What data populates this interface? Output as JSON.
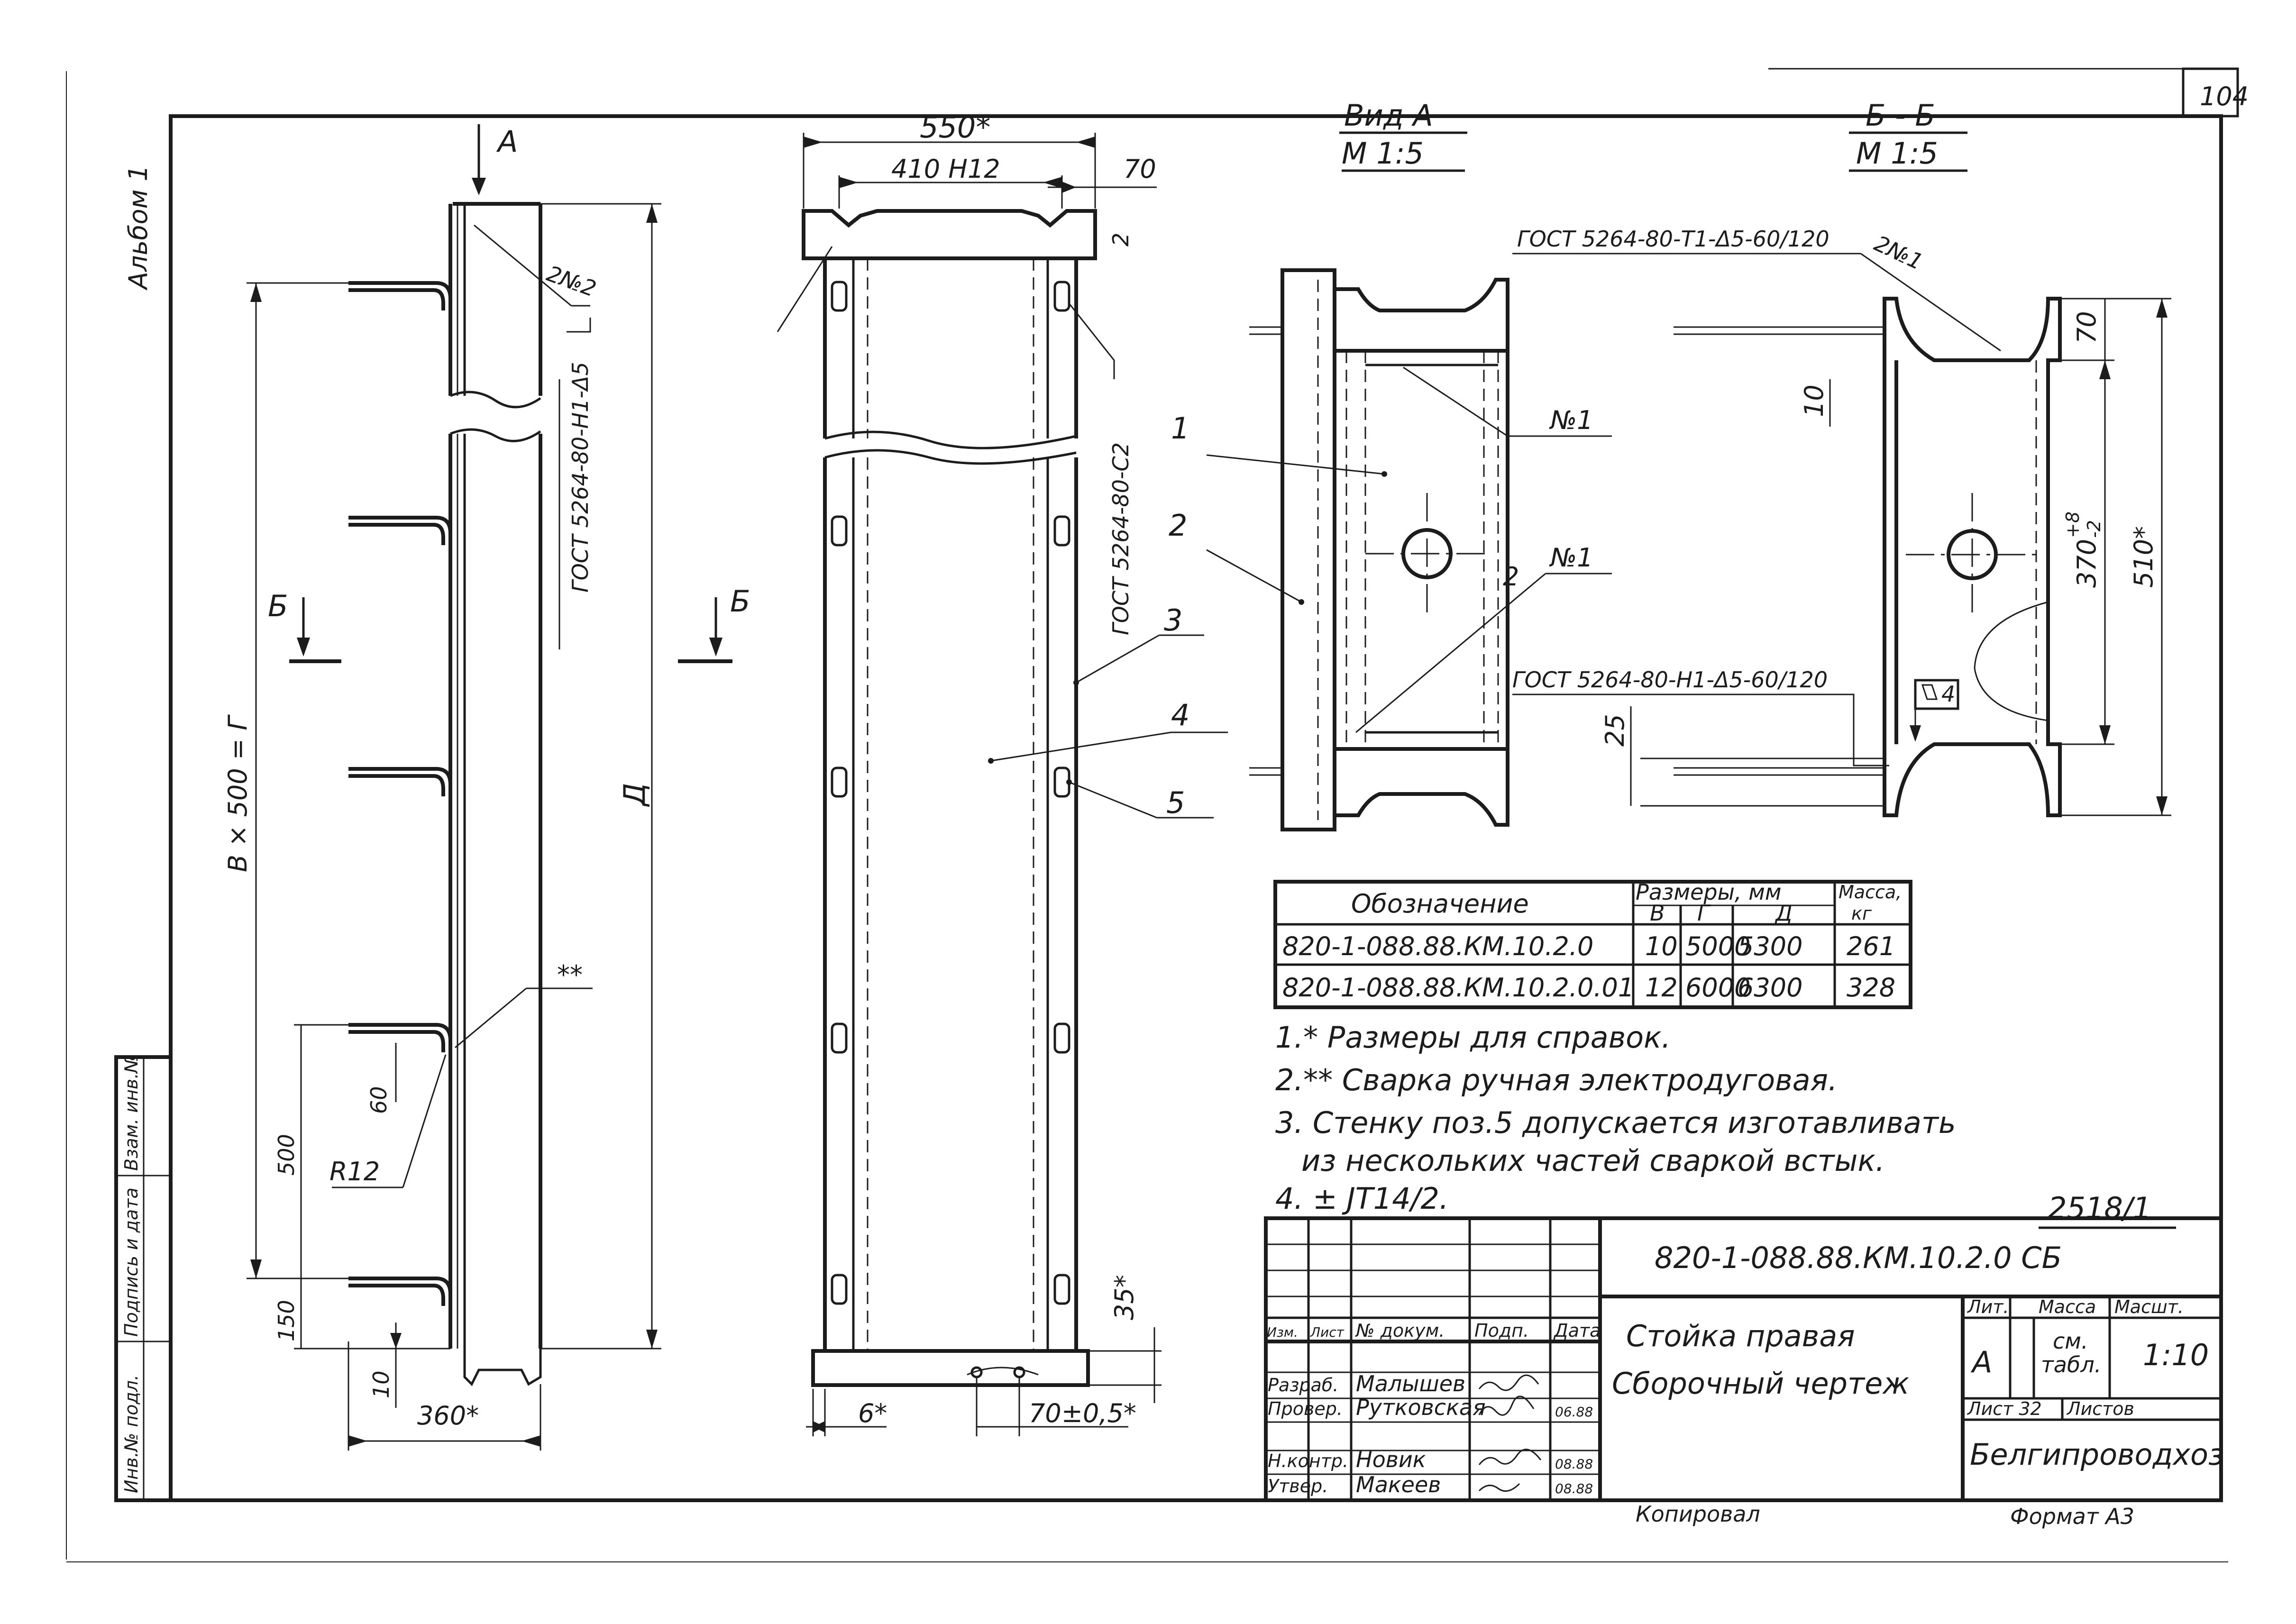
{
  "sheet": {
    "page_number": "104",
    "album_label": "Альбом 1",
    "side_stamp": {
      "inv_no": "Инв.№ подл.",
      "sign_date": "Подпись и дата",
      "replace_inv": "Взам. инв.№"
    }
  },
  "left_view": {
    "view_arrow_label": "А",
    "section_left": "Б",
    "section_right": "Б",
    "leader_2n2": "2№2",
    "weld_spec_vertical": "ГОСТ 5264-80-Н1-Δ5",
    "dim_overall_height": "Д",
    "dim_spacing": "В × 500 = Г",
    "dim_500": "500",
    "dim_150": "150",
    "dim_60": "60",
    "dim_10": "10",
    "dim_360": "360*",
    "radius": "R12",
    "weld_star": "**"
  },
  "middle_view": {
    "dim_550": "550*",
    "dim_410": "410 Н12",
    "dim_70": "70",
    "weld_spec_vertical": "ГОСТ 5264-80-С2",
    "weld_spec_tail": "2",
    "pos_1": "1",
    "pos_2": "2",
    "pos_3": "3",
    "pos_4": "4",
    "pos_5": "5",
    "dim_6": "6*",
    "dim_70_tol": "70±0,5*",
    "dim_35": "35*"
  },
  "view_a": {
    "title": "Вид А",
    "scale": "М 1:5",
    "label_n1_top": "№1",
    "label_n1_mid": "№1",
    "label_2": "2"
  },
  "section_bb": {
    "title": "Б - Б",
    "scale": "М 1:5",
    "weld_top": "ГОСТ 5264-80-Т1-Δ5-60/120",
    "weld_top_tail": "2№1",
    "weld_bottom": "ГОСТ 5264-80-Н1-Δ5-60/120",
    "dim_70": "70",
    "dim_10": "10",
    "dim_370": "370",
    "dim_370_tol_plus": "+8",
    "dim_370_tol_minus": "-2",
    "dim_510": "510*",
    "dim_25": "25",
    "flatness_tol": "4"
  },
  "table": {
    "headers": {
      "designation": "Обозначение",
      "sizes": "Размеры, мм",
      "b": "В",
      "g": "Г",
      "d": "Д",
      "mass": "Масса,",
      "mass_unit": "кг"
    },
    "rows": [
      {
        "designation": "820-1-088.88.КМ.10.2.0",
        "b": "10",
        "g": "5000",
        "d": "5300",
        "mass": "261"
      },
      {
        "designation": "820-1-088.88.КМ.10.2.0.01",
        "b": "12",
        "g": "6000",
        "d": "6300",
        "mass": "328"
      }
    ]
  },
  "notes": [
    "1.* Размеры для справок.",
    "2.** Сварка ручная электродуговая.",
    "3. Стенку поз.5 допускается изготавливать",
    "из нескольких частей сваркой встык.",
    "4. ± JT14/2."
  ],
  "handwritten_number": "2518/1",
  "title_block": {
    "doc_code": "820-1-088.88.КМ.10.2.0 СБ",
    "title_line1": "Стойка правая",
    "title_line2": "Сборочный чертеж",
    "col_izm": "Изм.",
    "col_list": "Лист",
    "col_doc": "№ докум.",
    "col_sign": "Подп.",
    "col_date": "Дата",
    "role_razrab": "Разраб.",
    "role_prover": "Провер.",
    "role_nkontr": "Н.контр.",
    "role_utverd": "Утвер.",
    "name_razrab": "Малышев",
    "name_prover": "Рутковская",
    "name_nkontr": "Новик",
    "name_utverd": "Макеев",
    "date_prover": "06.88",
    "date_nkontr": "08.88",
    "date_utverd": "08.88",
    "lit_header": "Лит.",
    "mass_header": "Масса",
    "scale_header": "Масшт.",
    "lit_value": "А",
    "mass_value_1": "см.",
    "mass_value_2": "табл.",
    "scale_value": "1:10",
    "sheet_label": "Лист 32",
    "sheets_label": "Листов",
    "org": "Белгипроводхоз"
  },
  "footer": {
    "copied": "Копировал",
    "format": "Формат А3"
  }
}
